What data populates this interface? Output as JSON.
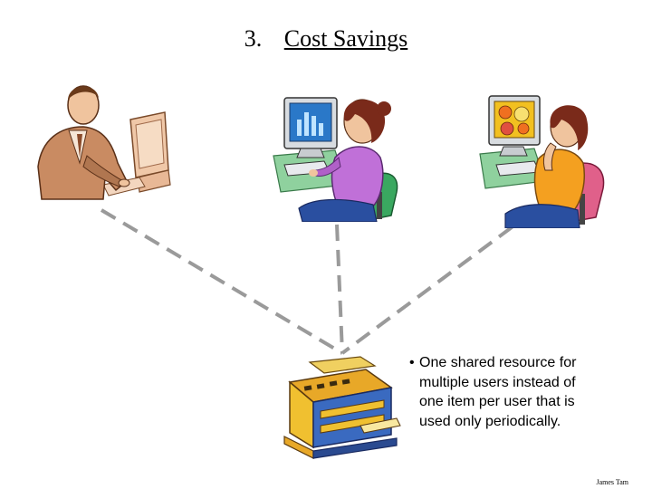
{
  "slide": {
    "number": "3.",
    "title": "Cost Savings",
    "bullet_marker": "•",
    "bullet_text": "One shared resource for multiple users instead of one item per user that is used only periodically.",
    "signature": "James Tam"
  },
  "icons": {
    "left": "businessman-at-computer-icon",
    "middle": "woman-at-computer-icon",
    "right": "woman-with-smileys-computer-icon",
    "shared": "shared-printer-copier-icon"
  },
  "colors": {
    "connector": "#9a9a9a",
    "desk_green": "#8fd19e",
    "printer_orange": "#e0a020"
  }
}
